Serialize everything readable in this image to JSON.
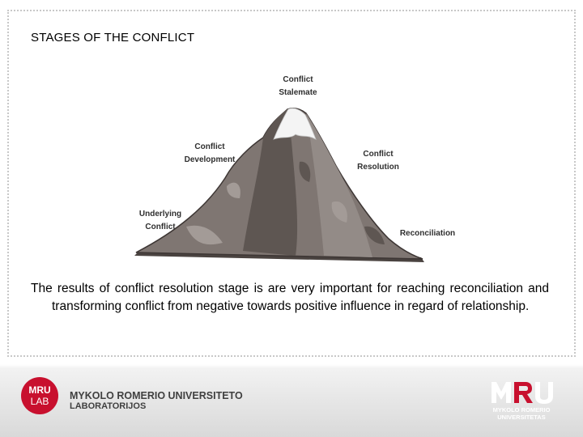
{
  "slide": {
    "title": "STAGES OF THE CONFLICT",
    "body": "The results of conflict resolution stage is are very important for reaching reconciliation and transforming conflict from negative towards positive influence in regard of relationship."
  },
  "diagram": {
    "stages": {
      "underlying": [
        "Underlying",
        "Conflict"
      ],
      "development": [
        "Conflict",
        "Development"
      ],
      "stalemate": [
        "Conflict",
        "Stalemate"
      ],
      "resolution": [
        "Conflict",
        "Resolution"
      ],
      "reconciliation": [
        "Reconciliation"
      ]
    }
  },
  "footer": {
    "lab_logo": [
      "MRU",
      "LAB"
    ],
    "university_name": "MYKOLO ROMERIO UNIVERSITETO",
    "lab_name": "LABORATORIJOS",
    "mru_caption": [
      "MYKOLO ROMERIO",
      "UNIVERSITETAS"
    ]
  },
  "colors": {
    "brand_red": "#c8102e",
    "mountain_dark": "#5e5652",
    "mountain_mid": "#7f7672",
    "mountain_light": "#a39b97",
    "snow": "#f4f4f4"
  }
}
